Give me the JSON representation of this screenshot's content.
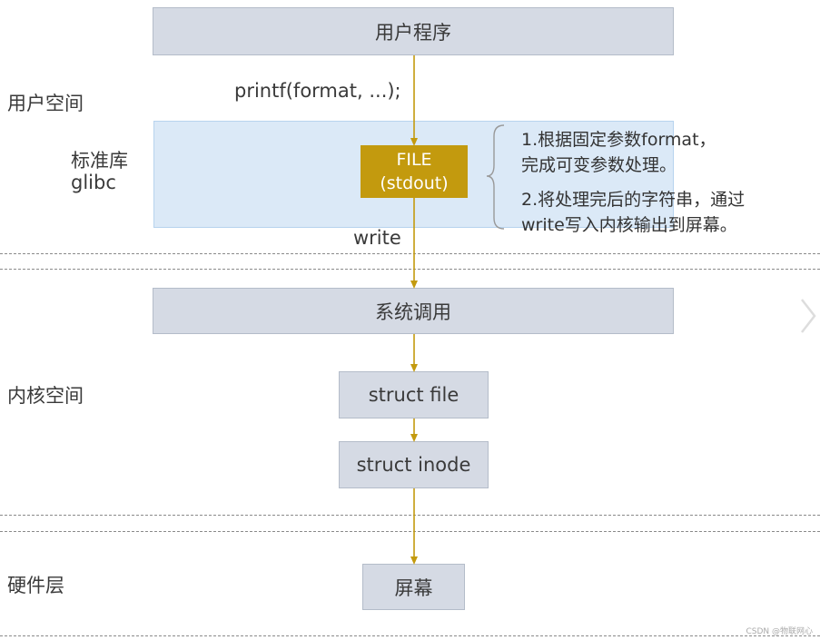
{
  "boxes": {
    "user_program": "用户程序",
    "file_line1": "FILE",
    "file_line2": "(stdout)",
    "syscall": "系统调用",
    "struct_file": "struct file",
    "struct_inode": "struct inode",
    "screen": "屏幕"
  },
  "labels": {
    "user_space": "用户空间",
    "stdlib_line1": "标准库",
    "stdlib_line2": "glibc",
    "kernel_space": "内核空间",
    "hardware_layer": "硬件层",
    "printf_call": "printf(format, ...);",
    "write_call": "write"
  },
  "notes": {
    "note1_line1": "1.根据固定参数format，",
    "note1_line2": "完成可变参数处理。",
    "note2_line1": "2.将处理完后的字符串，通过",
    "note2_line2": "write写入内核输出到屏幕。"
  },
  "colors": {
    "arrow": "#c39a0e",
    "box": "#d5dae4",
    "lib_area": "#dbe9f7",
    "file_box": "#c39a0e"
  },
  "icons": {
    "next_arrow": "chevron-right-icon"
  },
  "watermark": "CSDN @物联网心"
}
